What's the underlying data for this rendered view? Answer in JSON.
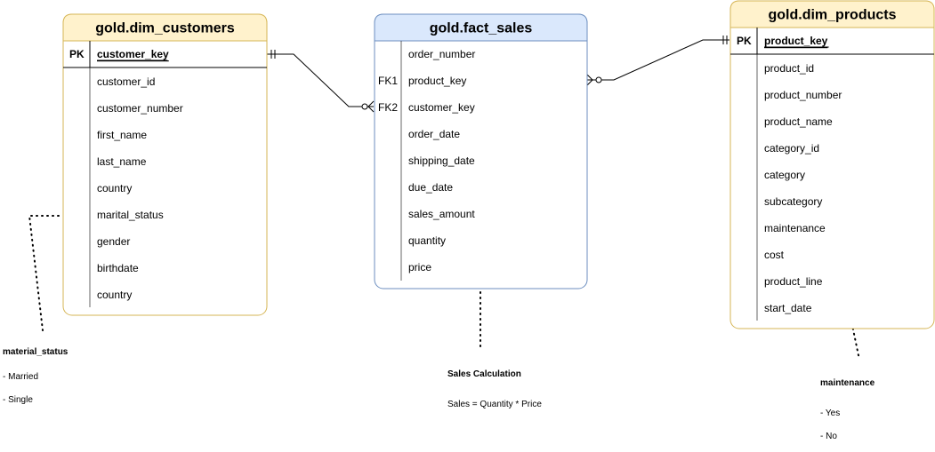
{
  "entities": {
    "dim_customers": {
      "title": "gold.dim_customers",
      "header_fill": "#fff2cc",
      "stroke": "#d6b656",
      "pk_label": "PK",
      "pk_field": "customer_key",
      "fields": [
        {
          "key": "",
          "name": "customer_id"
        },
        {
          "key": "",
          "name": "customer_number"
        },
        {
          "key": "",
          "name": "first_name"
        },
        {
          "key": "",
          "name": "last_name"
        },
        {
          "key": "",
          "name": "country"
        },
        {
          "key": "",
          "name": "marital_status"
        },
        {
          "key": "",
          "name": "gender"
        },
        {
          "key": "",
          "name": "birthdate"
        },
        {
          "key": "",
          "name": "country"
        }
      ]
    },
    "fact_sales": {
      "title": "gold.fact_sales",
      "header_fill": "#dae8fc",
      "stroke": "#6c8ebf",
      "fields": [
        {
          "key": "",
          "name": "order_number"
        },
        {
          "key": "FK1",
          "name": "product_key"
        },
        {
          "key": "FK2",
          "name": "customer_key"
        },
        {
          "key": "",
          "name": "order_date"
        },
        {
          "key": "",
          "name": "shipping_date"
        },
        {
          "key": "",
          "name": "due_date"
        },
        {
          "key": "",
          "name": "sales_amount"
        },
        {
          "key": "",
          "name": "quantity"
        },
        {
          "key": "",
          "name": "price"
        }
      ]
    },
    "dim_products": {
      "title": "gold.dim_products",
      "header_fill": "#fff2cc",
      "stroke": "#d6b656",
      "pk_label": "PK",
      "pk_field": "product_key",
      "fields": [
        {
          "key": "",
          "name": "product_id"
        },
        {
          "key": "",
          "name": "product_number"
        },
        {
          "key": "",
          "name": "product_name"
        },
        {
          "key": "",
          "name": "category_id"
        },
        {
          "key": "",
          "name": "category"
        },
        {
          "key": "",
          "name": "subcategory"
        },
        {
          "key": "",
          "name": "maintenance"
        },
        {
          "key": "",
          "name": "cost"
        },
        {
          "key": "",
          "name": "product_line"
        },
        {
          "key": "",
          "name": "start_date"
        }
      ]
    }
  },
  "notes": {
    "marital": {
      "title": "material_status",
      "lines": [
        "- Married",
        "- Single"
      ]
    },
    "sales": {
      "title": "Sales Calculation",
      "lines": [
        "Sales = Quantity * Price"
      ]
    },
    "maintenance": {
      "title": "maintenance",
      "lines": [
        "- Yes",
        "- No"
      ]
    }
  }
}
